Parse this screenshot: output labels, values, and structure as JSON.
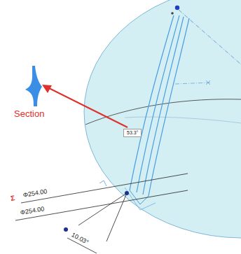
{
  "diagram": {
    "nodes": [
      {
        "text": [
          "53.3°"
        ]
      }
    ],
    "labels": [
      "Section",
      "Σ",
      "Φ254.00",
      "Φ254.00",
      "10.03°"
    ]
  }
}
